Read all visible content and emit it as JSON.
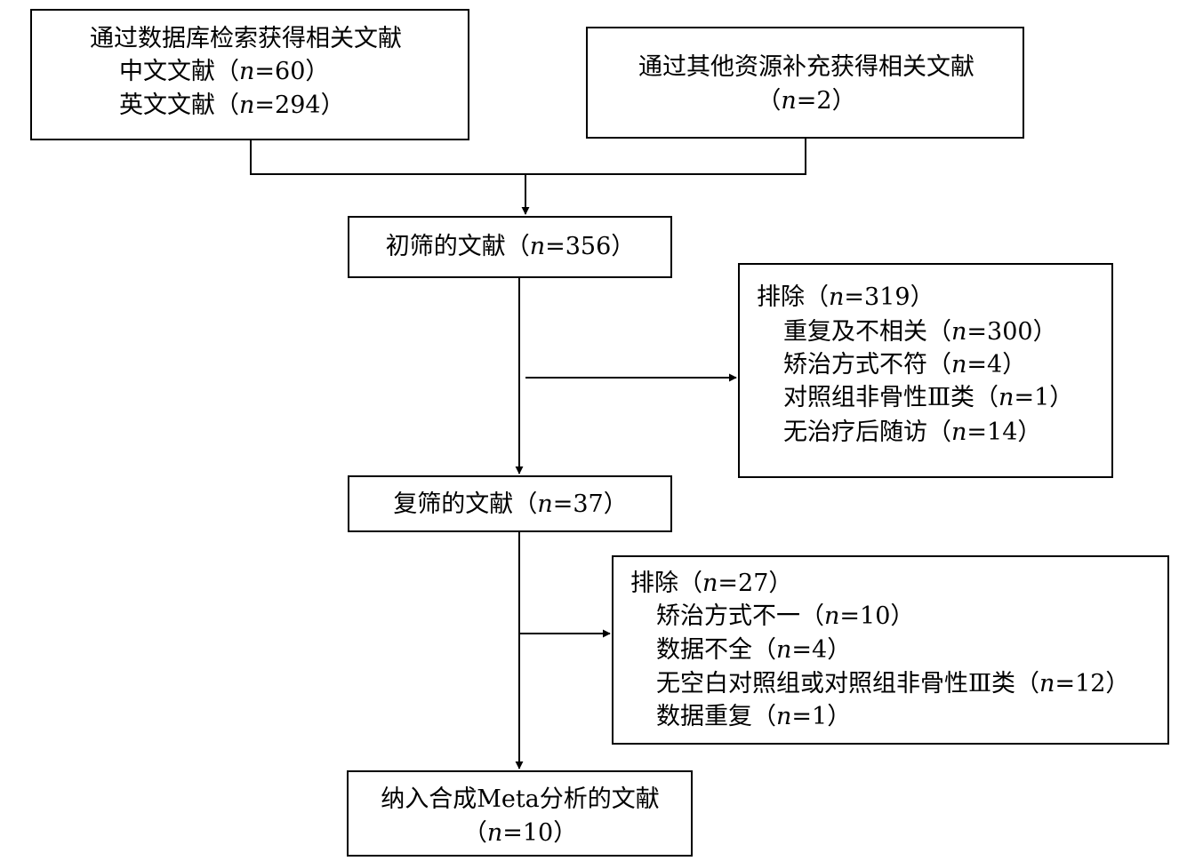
{
  "boxes": {
    "database": {
      "title": "通过数据库检索获得相关文献",
      "chinese": {
        "label": "中文文献",
        "n": "60"
      },
      "english": {
        "label": "英文文献",
        "n": "294"
      }
    },
    "other_sources": {
      "title": "通过其他资源补充获得相关文献",
      "n": "2"
    },
    "initial_screen": {
      "label": "初筛的文献",
      "n": "356"
    },
    "exclude1": {
      "heading": "排除",
      "n": "319",
      "reasons": [
        {
          "label": "重复及不相关",
          "n": "300"
        },
        {
          "label": "矫治方式不符",
          "n": "4"
        },
        {
          "label": "对照组非骨性Ⅲ类",
          "n": "1"
        },
        {
          "label": "无治疗后随访",
          "n": "14"
        }
      ]
    },
    "rescreen": {
      "label": "复筛的文献",
      "n": "37"
    },
    "exclude2": {
      "heading": "排除",
      "n": "27",
      "reasons": [
        {
          "label": "矫治方式不一",
          "n": "10"
        },
        {
          "label": "数据不全",
          "n": "4"
        },
        {
          "label": "无空白对照组或对照组非骨性Ⅲ类",
          "n": "12"
        },
        {
          "label": "数据重复",
          "n": "1"
        }
      ]
    },
    "included": {
      "title": "纳入合成Meta分析的文献",
      "n": "10"
    }
  },
  "tokens": {
    "open": "（",
    "close": "）",
    "n": "n",
    "eq": "="
  }
}
